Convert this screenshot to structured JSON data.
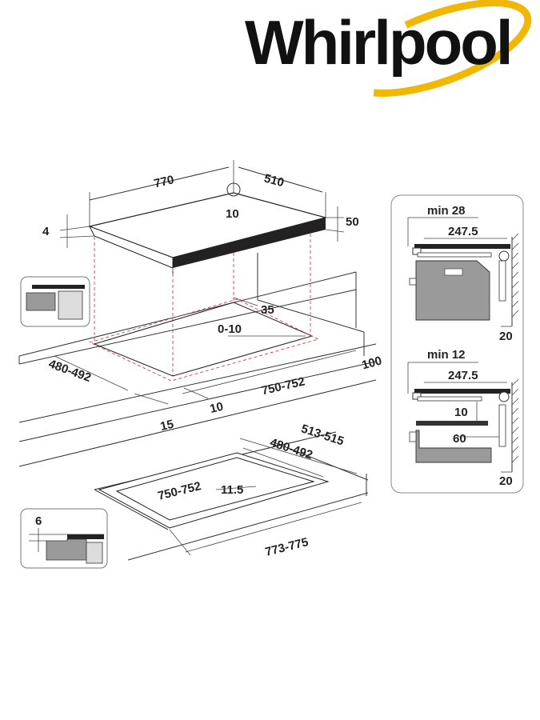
{
  "brand": {
    "name": "Whirlpool",
    "colors": {
      "text": "#111111",
      "swoosh": "#f2b705"
    }
  },
  "dimensions": {
    "hob_width": "770",
    "hob_depth": "510",
    "hob_corner": "10",
    "hob_thickness": "4",
    "hob_height": "50",
    "rear_clearance": "35",
    "cutout_corner": "0-10",
    "side_clearance": "100",
    "cutout_depth": "480-492",
    "cutout_width": "750-752",
    "front_gap": "10",
    "front_clearance": "15",
    "flush_depth_outer": "513-515",
    "flush_depth_inner": "480-492",
    "flush_width_inner": "750-752",
    "flush_step": "11.5",
    "flush_width_outer": "773-775",
    "flush_rebate": "6"
  },
  "side_panel": {
    "top": {
      "min_label": "min 28",
      "depth": "247.5",
      "wall": "20"
    },
    "bottom": {
      "min_label": "min 12",
      "depth": "247.5",
      "gap": "10",
      "vent": "60",
      "wall": "20"
    }
  }
}
